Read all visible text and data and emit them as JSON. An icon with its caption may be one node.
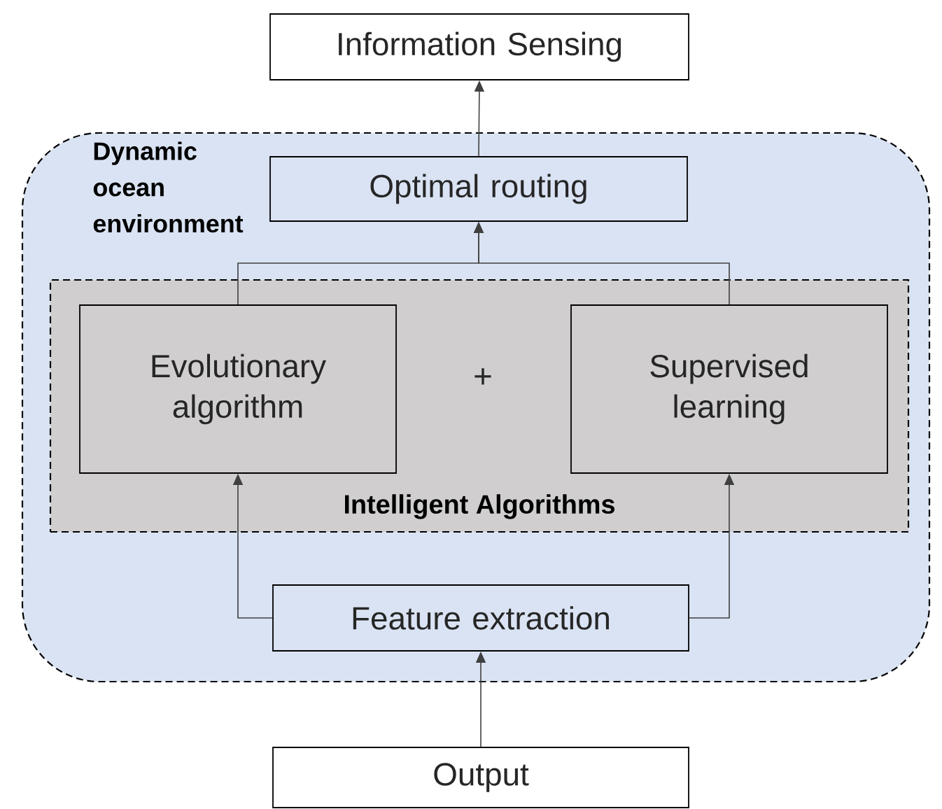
{
  "diagram": {
    "nodes": [
      {
        "text": [
          "Information Sensing"
        ]
      },
      {
        "text": [
          "Dynamic ocean environment"
        ]
      },
      {
        "text": [
          "Optimal routing"
        ],
        "in": 1
      },
      {
        "text": [
          "Intelligent Algorithms"
        ],
        "in": 1
      },
      {
        "text": [
          "Evolutionary algorithm"
        ],
        "in": 3
      },
      {
        "text": [
          "Supervised learning"
        ],
        "in": 3
      },
      {
        "text": [
          "Feature extraction"
        ],
        "in": 1
      },
      {
        "text": [
          "Output"
        ]
      }
    ],
    "edges": [
      {
        "from": 2,
        "to": 0,
        "arrow": "to"
      },
      {
        "from": 4,
        "to": 2,
        "arrow": "to"
      },
      {
        "from": 5,
        "to": 2,
        "arrow": "to"
      },
      {
        "from": 6,
        "to": 4,
        "arrow": "to"
      },
      {
        "from": 6,
        "to": 5,
        "arrow": "to"
      },
      {
        "from": 7,
        "to": 6,
        "arrow": "to"
      }
    ],
    "labels": [
      "+"
    ]
  }
}
